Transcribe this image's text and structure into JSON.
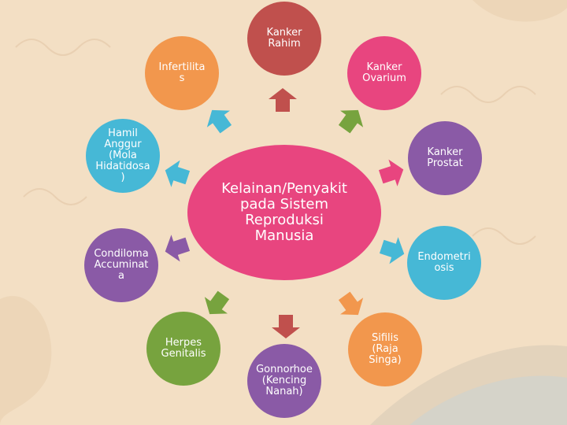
{
  "center": {
    "label": "Kelainan/Penyakit\npada Sistem\nReproduksi\nManusia",
    "color": "#e8457f"
  },
  "nodes": [
    {
      "id": "kanker-rahim",
      "label": "Kanker\nRahim",
      "color": "#c0504d"
    },
    {
      "id": "kanker-ovarium",
      "label": "Kanker\nOvarium",
      "color": "#e8457f"
    },
    {
      "id": "kanker-prostat",
      "label": "Kanker\nProstat",
      "color": "#8a5aa6"
    },
    {
      "id": "endometriosis",
      "label": "Endometri\nosis",
      "color": "#46b8d6"
    },
    {
      "id": "sifilis",
      "label": "Sifilis\n(Raja\nSinga)",
      "color": "#f2974d"
    },
    {
      "id": "gonnorhoe",
      "label": "Gonnorhoe\n(Kencing\nNanah)",
      "color": "#8a5aa6"
    },
    {
      "id": "herpes",
      "label": "Herpes\nGenitalis",
      "color": "#77a33e"
    },
    {
      "id": "condiloma",
      "label": "Condiloma\nAccuminat\na",
      "color": "#8a5aa6"
    },
    {
      "id": "hamil-anggur",
      "label": "Hamil\nAnggur\n(Mola\nHidatidosa\n)",
      "color": "#46b8d6"
    },
    {
      "id": "infertilitas",
      "label": "Infertilita\ns",
      "color": "#f2974d"
    }
  ]
}
